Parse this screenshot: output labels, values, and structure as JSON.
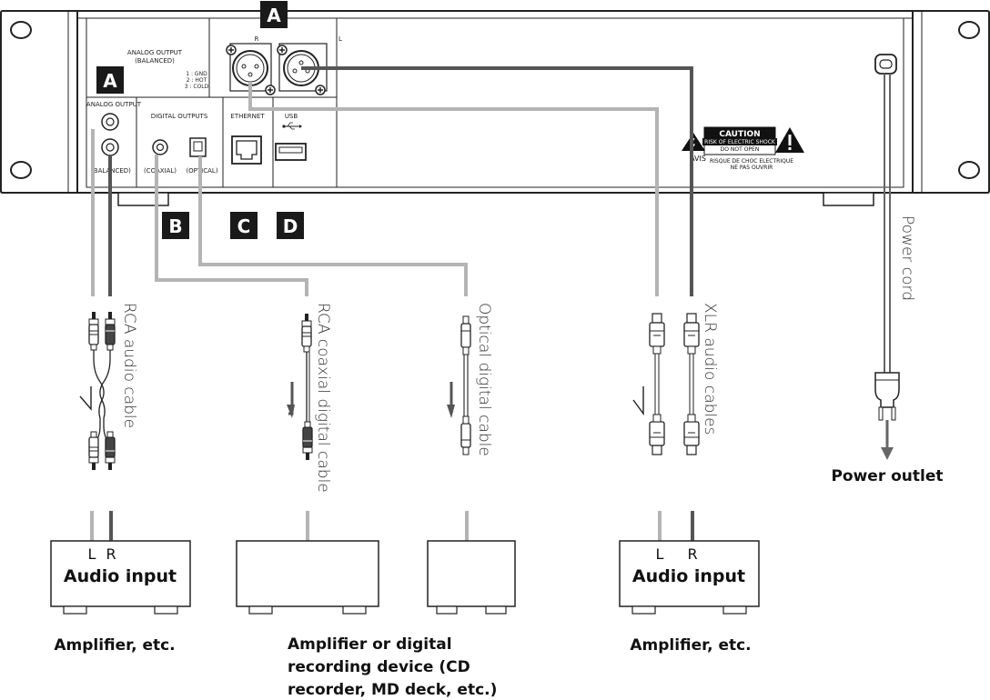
{
  "panel": {
    "analog_balanced_title": "ANALOG OUTPUT",
    "analog_balanced_sub": "(BALANCED)",
    "pin_1": "1 : GND",
    "pin_2": "2 : HOT",
    "pin_3": "3 : COLD",
    "xlr_r": "R",
    "xlr_l": "L",
    "analog_output": "ANALOG OUTPUT",
    "balanced_cut": "(BALANCED)",
    "digital_outputs": "DIGITAL OUTPUTS",
    "coaxial": "(COAXIAL)",
    "optical": "(OPTICAL)",
    "ethernet": "ETHERNET",
    "usb": "USB",
    "caution": "CAUTION",
    "risk_line1": "RISK OF ELECTRIC SHOCK",
    "risk_line2": "DO NOT OPEN",
    "avis": "AVIS",
    "fr_line1": "RISQUE DE CHOC ELECTRIQUE",
    "fr_line2": "NE PAS OUVRIR"
  },
  "letters": {
    "a_top": "A",
    "a_left": "A",
    "b": "B",
    "c": "C",
    "d": "D"
  },
  "cables": {
    "rca": "RCA audio cable",
    "coax": "RCA coaxial digital cable",
    "optical": "Optical digital cable",
    "xlr": "XLR audio cables",
    "power": "Power cord"
  },
  "devices": {
    "left_l": "L",
    "left_r": "R",
    "left_input": "Audio input",
    "right_l": "L",
    "right_r": "R",
    "right_input": "Audio input"
  },
  "captions": {
    "amp_left": "Amplifier, etc.",
    "amp_mid_1": "Amplifier or digital",
    "amp_mid_2": "recording device (CD",
    "amp_mid_3": "recorder, MD deck, etc.)",
    "amp_right": "Amplifier, etc.",
    "power_outlet": "Power outlet"
  },
  "colors": {
    "cable_dark": "#555555",
    "cable_light": "#b4b4b4",
    "line": "#222222"
  }
}
